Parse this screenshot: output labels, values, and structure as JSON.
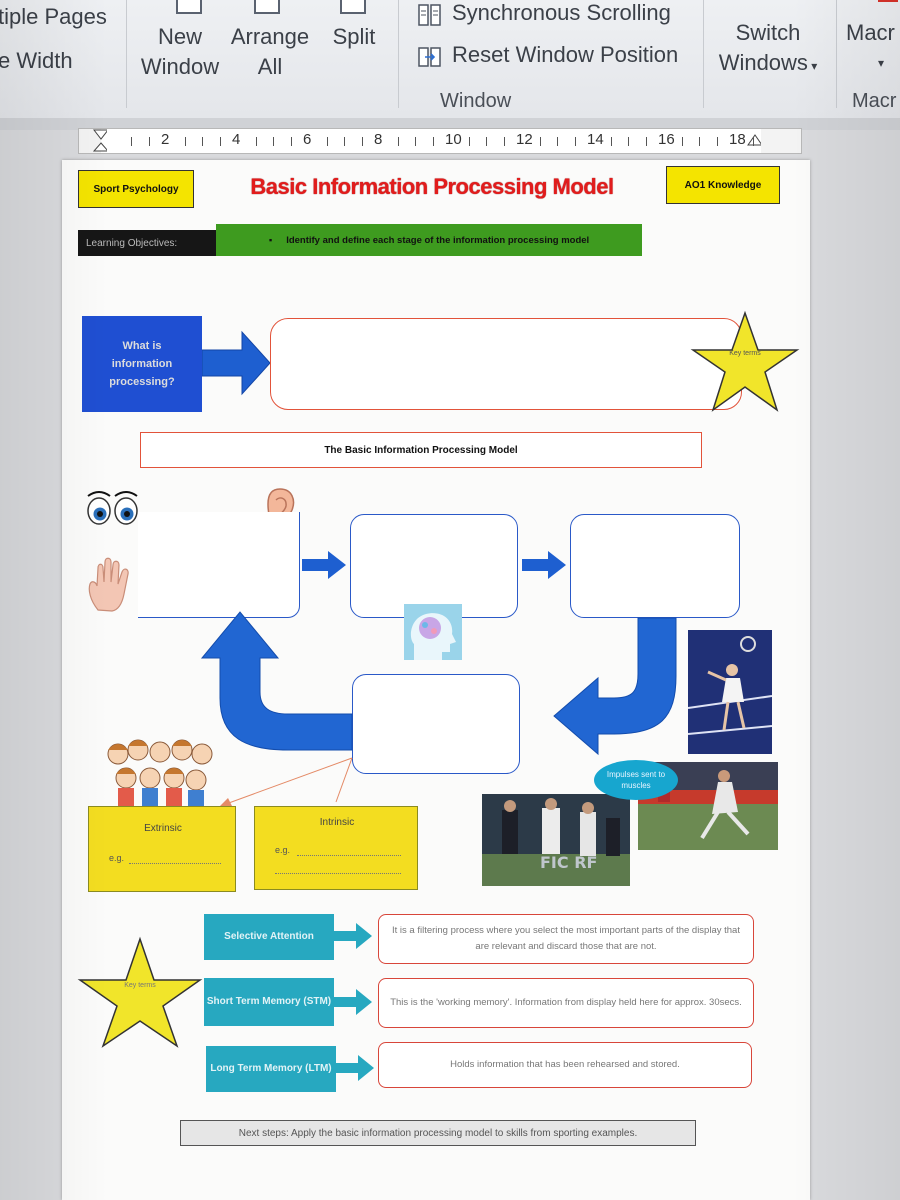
{
  "ribbon": {
    "multiple_pages": "tiple Pages",
    "page_width": "e Width",
    "new_window": "New Window",
    "new_window_l1": "New",
    "new_window_l2": "Window",
    "arrange_all_l1": "Arrange",
    "arrange_all_l2": "All",
    "split": "Split",
    "synchronous_scrolling": "Synchronous Scrolling",
    "reset_window_position": "Reset Window Position",
    "switch_windows_l1": "Switch",
    "switch_windows_l2": "Windows",
    "macros_l1": "Macr",
    "macros_l2": "Macr",
    "window_group_label": "Window"
  },
  "ruler": {
    "numbers": [
      "2",
      "4",
      "6",
      "8",
      "10",
      "12",
      "14",
      "16",
      "18"
    ]
  },
  "document": {
    "tag_left": "Sport Psychology",
    "title": "Basic Information Processing Model",
    "tag_right": "AO1 Knowledge",
    "lo_label": "Learning Objectives:",
    "lo_text": "Identify and define each stage of the information processing model",
    "question": "What is information processing?",
    "star_top": "Key terms",
    "model_heading": "The Basic Information Processing Model",
    "extrinsic_title": "Extrinsic",
    "extrinsic_eg": "e.g.",
    "intrinsic_title": "Intrinsic",
    "intrinsic_eg": "e.g.",
    "oval_text": "Impulses sent to muscles",
    "star_bottom": "Key terms",
    "terms": [
      {
        "term": "Selective Attention",
        "definition": "It is a filtering process where you select the most important parts of the display that are relevant and discard those that are not."
      },
      {
        "term": "Short Term Memory (STM)",
        "definition": "This is the 'working memory'. Information from display held here for approx. 30secs."
      },
      {
        "term": "Long Term Memory (LTM)",
        "definition": "Holds information that has been rehearsed and stored."
      }
    ],
    "next_steps": "Next steps: Apply the basic information processing model to skills from sporting examples."
  },
  "colors": {
    "title_red": "#e21c1c",
    "tag_yellow": "#f4e400",
    "objective_green": "#3e9b1f",
    "question_blue": "#1f4fd2",
    "term_teal": "#27a8c0",
    "arrow_blue": "#1e5fd0"
  },
  "icons": [
    "new-window-icon",
    "arrange-all-icon",
    "split-icon",
    "synchronous-scrolling-icon",
    "reset-window-position-icon",
    "dropdown-arrow-icon",
    "star-icon",
    "eyes-icon",
    "ear-icon",
    "hand-icon",
    "brain-icon",
    "arrow-icon"
  ]
}
